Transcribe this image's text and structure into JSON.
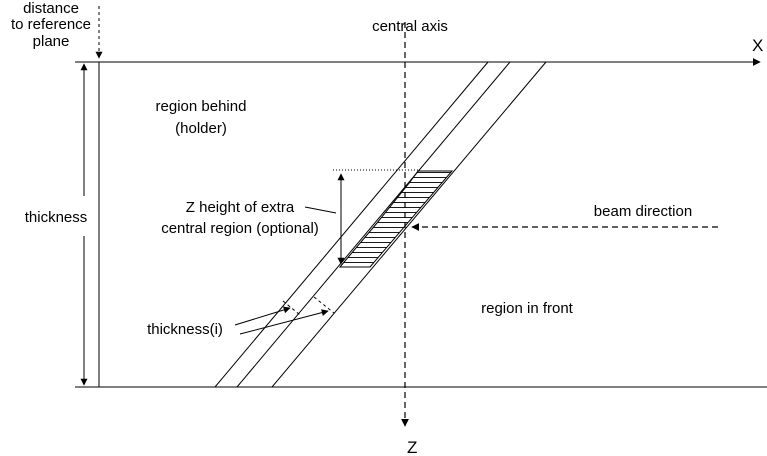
{
  "labels": {
    "distance_line1": "distance",
    "distance_line2": "to reference",
    "distance_line3": "plane",
    "central_axis": "central axis",
    "x_axis": "X",
    "z_axis": "Z",
    "region_behind_line1": "region behind",
    "region_behind_line2": "(holder)",
    "thickness": "thickness",
    "z_height_line1": "Z height of extra",
    "z_height_line2": "central region (optional)",
    "beam_direction": "beam direction",
    "region_front": "region in front",
    "thickness_i": "thickness(i)"
  }
}
